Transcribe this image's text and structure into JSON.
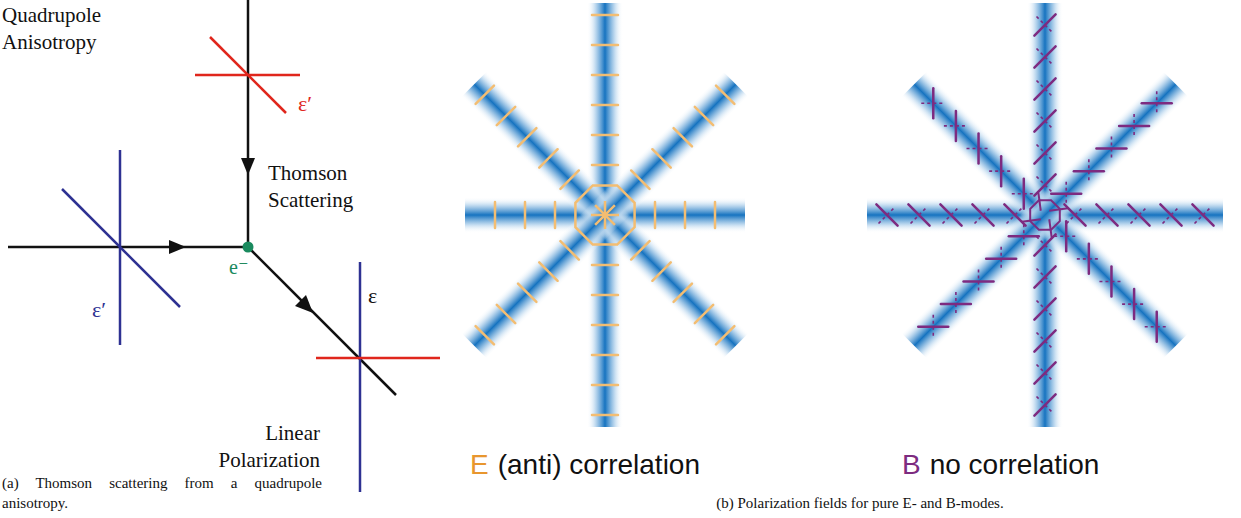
{
  "diagram": {
    "labels": [
      "Quadrupole Anisotropy",
      "ε′",
      "Thomson Scattering",
      "ε′",
      "e⁻",
      "ε",
      "Linear Polarization",
      "(a) Thomson scattering from a quadrupole anisotropy.",
      "E",
      "(anti) correlation",
      "B",
      "no correlation",
      "(b) Polarization fields for pure E- and B-modes."
    ]
  }
}
